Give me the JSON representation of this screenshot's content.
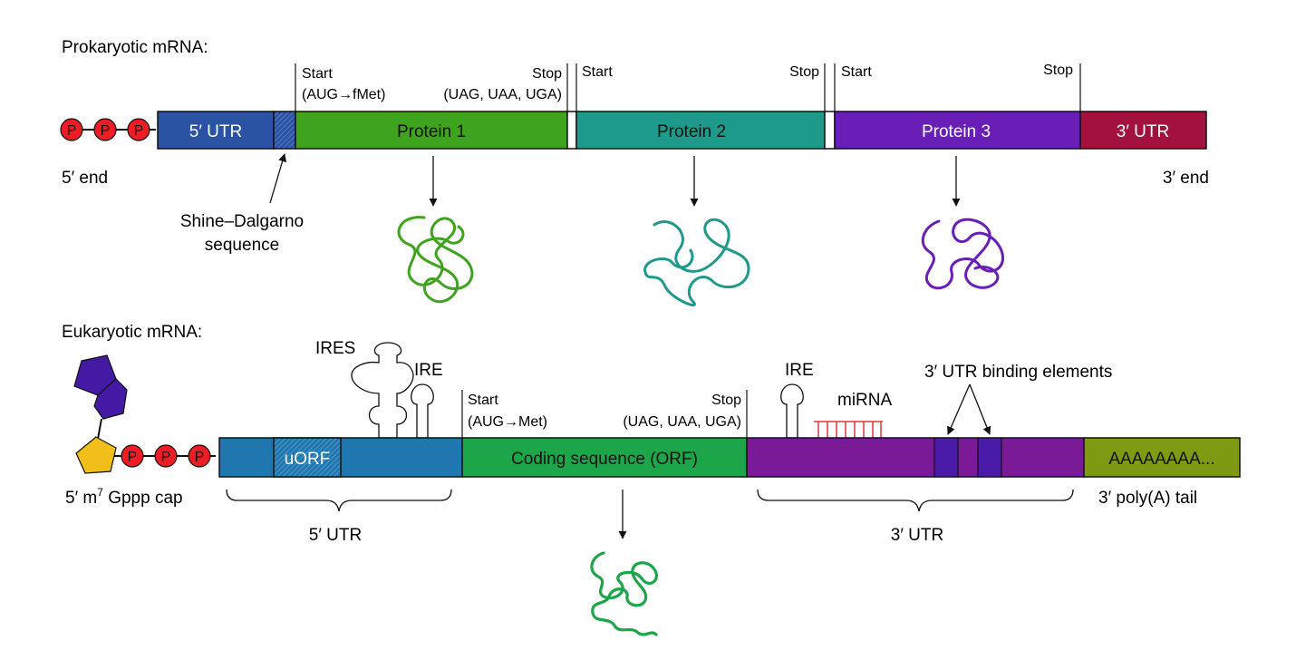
{
  "prokaryotic": {
    "title": "Prokaryotic mRNA:",
    "phosphate_label": "P",
    "utr5": "5′ UTR",
    "utr3": "3′ UTR",
    "protein1": "Protein 1",
    "protein2": "Protein 2",
    "protein3": "Protein 3",
    "start": "Start",
    "start_detail": "(AUG→fMet)",
    "stop": "Stop",
    "stop_detail": "(UAG, UAA, UGA)",
    "end5": "5′ end",
    "end3": "3′ end",
    "shine_line1": "Shine–Dalgarno",
    "shine_line2": "sequence"
  },
  "eukaryotic": {
    "title": "Eukaryotic mRNA:",
    "phosphate_label": "P",
    "uorf": "uORF",
    "coding": "Coding sequence (ORF)",
    "polya": "AAAAAAAA...",
    "ires": "IRES",
    "ire": "IRE",
    "mirna": "miRNA",
    "binding": "3′ UTR binding elements",
    "start": "Start",
    "start_detail": "(AUG→Met)",
    "stop": "Stop",
    "stop_detail": "(UAG, UAA, UGA)",
    "cap_prefix": "5′ m",
    "cap_sup": "7",
    "cap_suffix": " Gppp cap",
    "tail": "3′ poly(A) tail",
    "utr5": "5′ UTR",
    "utr3": "3′ UTR"
  },
  "colors": {
    "phosphate": "#ee1c24",
    "utr5_prok": "#2a53a3",
    "protein1": "#3fa41d",
    "protein2": "#1e9a8a",
    "protein3": "#6a1eb8",
    "utr3_prok": "#a3123f",
    "utr5_euk": "#2076ae",
    "coding_euk": "#1da54a",
    "utr3_euk": "#7a1a96",
    "binding_element": "#4a1aa8",
    "polya": "#7d9a12",
    "cap_guanine": "#f2be1a",
    "cap_purple": "#4419a4",
    "mirna": "#e0343c"
  }
}
